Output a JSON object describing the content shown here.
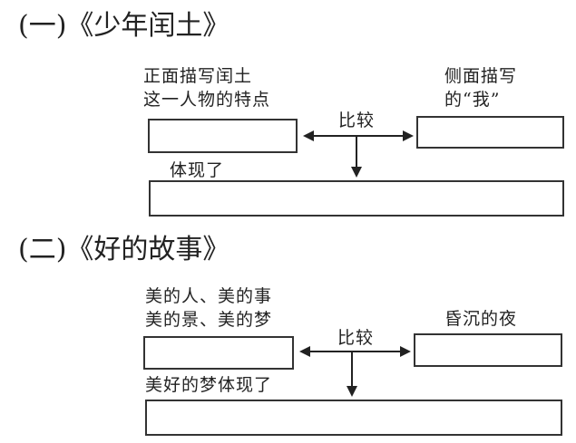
{
  "section1": {
    "title": "(一)《少年闰土》",
    "left_label_line1": "正面描写闰土",
    "left_label_line2": "这一人物的特点",
    "right_label_line1": "侧面描写",
    "right_label_line2": "的“我”",
    "compare_label": "比较",
    "result_label": "体现了"
  },
  "section2": {
    "title": "(二)《好的故事》",
    "left_label_line1": "美的人、美的事",
    "left_label_line2": "美的景、美的梦",
    "right_label": "昏沉的夜",
    "compare_label": "比较",
    "result_label": "美好的梦体现了"
  }
}
